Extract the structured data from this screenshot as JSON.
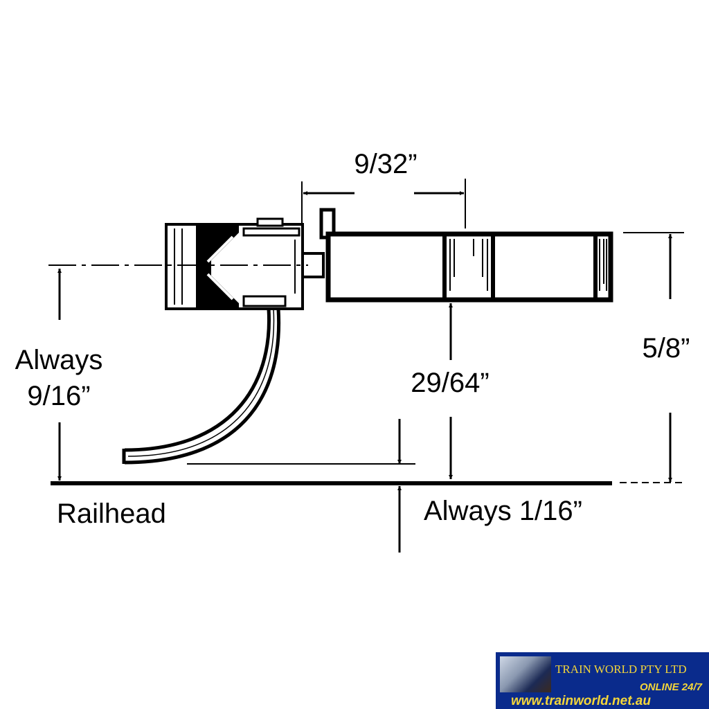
{
  "diagram": {
    "dim_top": "9/32”",
    "dim_left_line1": "Always",
    "dim_left_line2": "9/16”",
    "dim_mid": "29/64”",
    "dim_right": "5/8”",
    "railhead_label": "Railhead",
    "dim_bottom": "Always 1/16”"
  },
  "logo": {
    "name": "TRAIN WORLD PTY LTD",
    "tagline": "ONLINE 24/7",
    "url": "www.trainworld.net.au",
    "color_bg": "#0a2b8c",
    "color_text": "#f4d63a"
  }
}
